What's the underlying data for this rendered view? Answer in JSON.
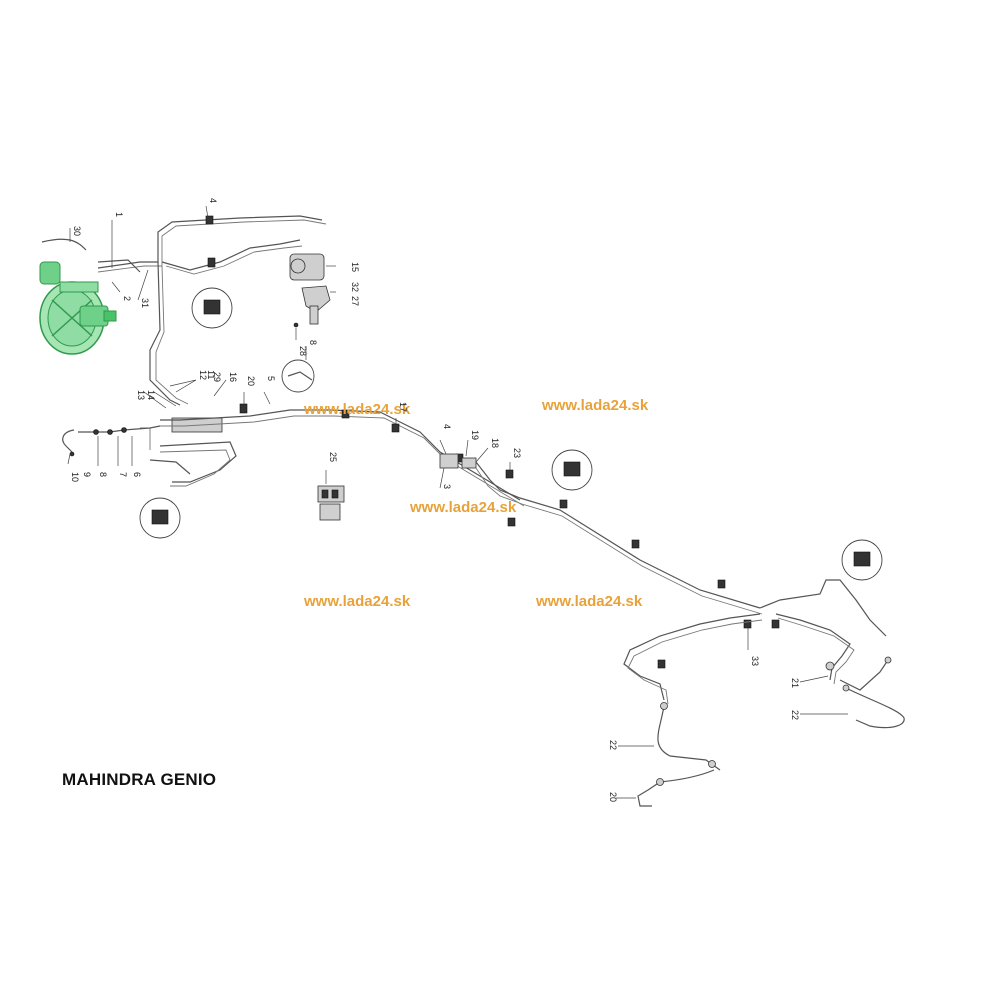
{
  "title": "MAHINDRA GENIO",
  "watermark": "www.lada24.sk",
  "colors": {
    "booster": "#49c26a",
    "watermark": "#e8a23a",
    "pipe": "#555555"
  },
  "labels": [
    "30",
    "1",
    "2",
    "31",
    "4",
    "15",
    "32",
    "27",
    "28",
    "8",
    "12",
    "11",
    "16",
    "29",
    "13",
    "14",
    "20",
    "5",
    "10",
    "9",
    "8",
    "7",
    "6",
    "25",
    "4",
    "3",
    "19",
    "18",
    "23",
    "17",
    "33",
    "21",
    "22",
    "22",
    "20"
  ]
}
